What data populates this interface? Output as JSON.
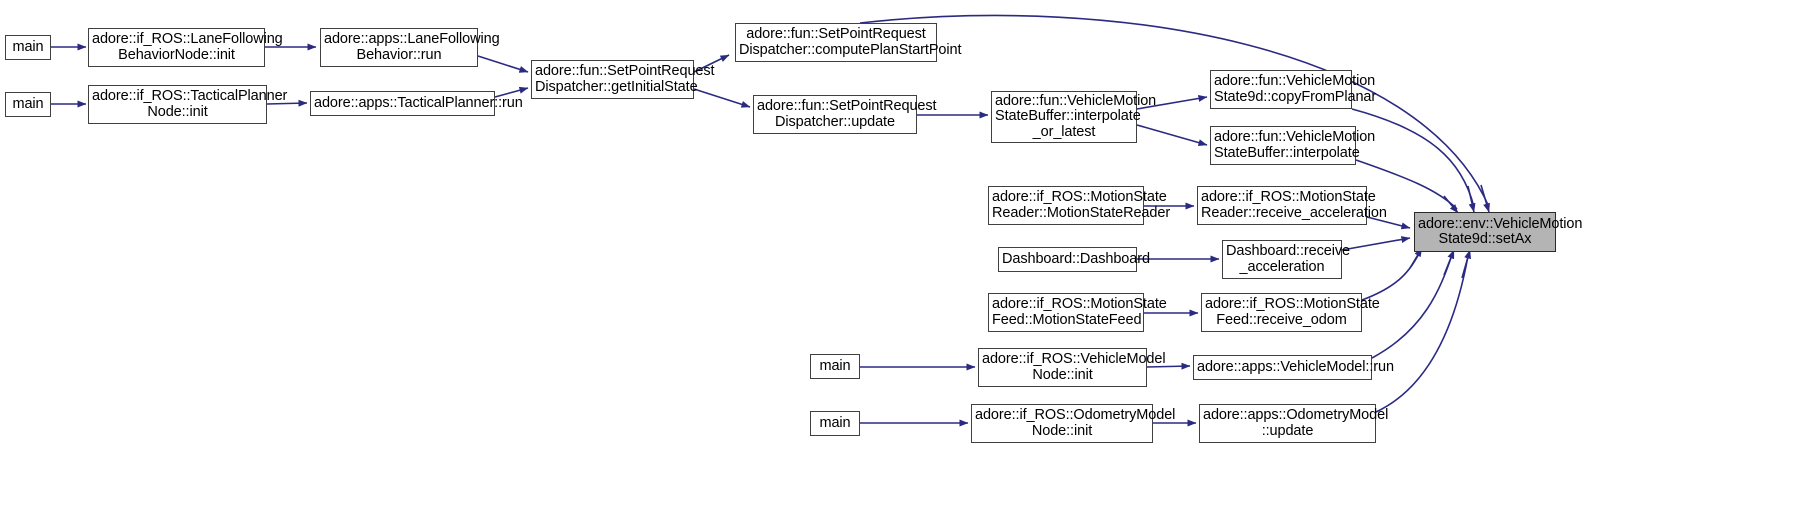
{
  "diagram": {
    "type": "call-graph",
    "title": "",
    "background_color": "#ffffff",
    "edge_color": "#2a2a82",
    "node_border_color": "#404040",
    "node_fill_color": "#ffffff",
    "highlight_fill_color": "#b4b4b4",
    "text_color": "#000000"
  },
  "nodes": [
    {
      "id": "main1",
      "label": "main"
    },
    {
      "id": "main2",
      "label": "main"
    },
    {
      "id": "laneFollowNodeInit",
      "label": "adore::if_ROS::LaneFollowing\nBehaviorNode::init"
    },
    {
      "id": "tacticalNodeInit",
      "label": "adore::if_ROS::TacticalPlanner\nNode::init"
    },
    {
      "id": "laneFollowRun",
      "label": "adore::apps::LaneFollowing\nBehavior::run"
    },
    {
      "id": "tacticalRun",
      "label": "adore::apps::TacticalPlanner::run"
    },
    {
      "id": "getInitialState",
      "label": "adore::fun::SetPointRequest\nDispatcher::getInitialState"
    },
    {
      "id": "computePlanStart",
      "label": "adore::fun::SetPointRequest\nDispatcher::computePlanStartPoint"
    },
    {
      "id": "sprUpdate",
      "label": "adore::fun::SetPointRequest\nDispatcher::update"
    },
    {
      "id": "interpolateOrLatest",
      "label": "adore::fun::VehicleMotion\nStateBuffer::interpolate\n_or_latest"
    },
    {
      "id": "copyFromPlanar",
      "label": "adore::fun::VehicleMotion\nState9d::copyFromPlanar"
    },
    {
      "id": "interpolate",
      "label": "adore::fun::VehicleMotion\nStateBuffer::interpolate"
    },
    {
      "id": "motionStateReaderCtor",
      "label": "adore::if_ROS::MotionState\nReader::MotionStateReader"
    },
    {
      "id": "receiveAcceleration",
      "label": "adore::if_ROS::MotionState\nReader::receive_acceleration"
    },
    {
      "id": "dashboardCtor",
      "label": "Dashboard::Dashboard"
    },
    {
      "id": "dashboardReceiveAcc",
      "label": "Dashboard::receive\n_acceleration"
    },
    {
      "id": "motionStateFeedCtor",
      "label": "adore::if_ROS::MotionState\nFeed::MotionStateFeed"
    },
    {
      "id": "receiveOdom",
      "label": "adore::if_ROS::MotionState\nFeed::receive_odom"
    },
    {
      "id": "main3",
      "label": "main"
    },
    {
      "id": "vehicleModelNodeInit",
      "label": "adore::if_ROS::VehicleModel\nNode::init"
    },
    {
      "id": "vehicleModelRun",
      "label": "adore::apps::VehicleModel::run"
    },
    {
      "id": "main4",
      "label": "main"
    },
    {
      "id": "odometryModelNodeInit",
      "label": "adore::if_ROS::OdometryModel\nNode::init"
    },
    {
      "id": "odometryModelUpdate",
      "label": "adore::apps::OdometryModel\n::update"
    },
    {
      "id": "setAx",
      "label": "adore::env::VehicleMotion\nState9d::setAx",
      "highlight": true
    }
  ],
  "edges": [
    {
      "from": "main1",
      "to": "laneFollowNodeInit"
    },
    {
      "from": "main2",
      "to": "tacticalNodeInit"
    },
    {
      "from": "laneFollowNodeInit",
      "to": "laneFollowRun"
    },
    {
      "from": "tacticalNodeInit",
      "to": "tacticalRun"
    },
    {
      "from": "laneFollowRun",
      "to": "getInitialState"
    },
    {
      "from": "tacticalRun",
      "to": "getInitialState"
    },
    {
      "from": "getInitialState",
      "to": "computePlanStart"
    },
    {
      "from": "getInitialState",
      "to": "sprUpdate"
    },
    {
      "from": "computePlanStart",
      "to": "setAx"
    },
    {
      "from": "sprUpdate",
      "to": "interpolateOrLatest"
    },
    {
      "from": "interpolateOrLatest",
      "to": "copyFromPlanar"
    },
    {
      "from": "interpolateOrLatest",
      "to": "interpolate"
    },
    {
      "from": "copyFromPlanar",
      "to": "setAx"
    },
    {
      "from": "interpolate",
      "to": "setAx"
    },
    {
      "from": "motionStateReaderCtor",
      "to": "receiveAcceleration"
    },
    {
      "from": "receiveAcceleration",
      "to": "setAx"
    },
    {
      "from": "dashboardCtor",
      "to": "dashboardReceiveAcc"
    },
    {
      "from": "dashboardReceiveAcc",
      "to": "setAx"
    },
    {
      "from": "motionStateFeedCtor",
      "to": "receiveOdom"
    },
    {
      "from": "receiveOdom",
      "to": "setAx"
    },
    {
      "from": "main3",
      "to": "vehicleModelNodeInit"
    },
    {
      "from": "vehicleModelNodeInit",
      "to": "vehicleModelRun"
    },
    {
      "from": "vehicleModelRun",
      "to": "setAx"
    },
    {
      "from": "main4",
      "to": "odometryModelNodeInit"
    },
    {
      "from": "odometryModelNodeInit",
      "to": "odometryModelUpdate"
    },
    {
      "from": "odometryModelUpdate",
      "to": "setAx"
    }
  ]
}
